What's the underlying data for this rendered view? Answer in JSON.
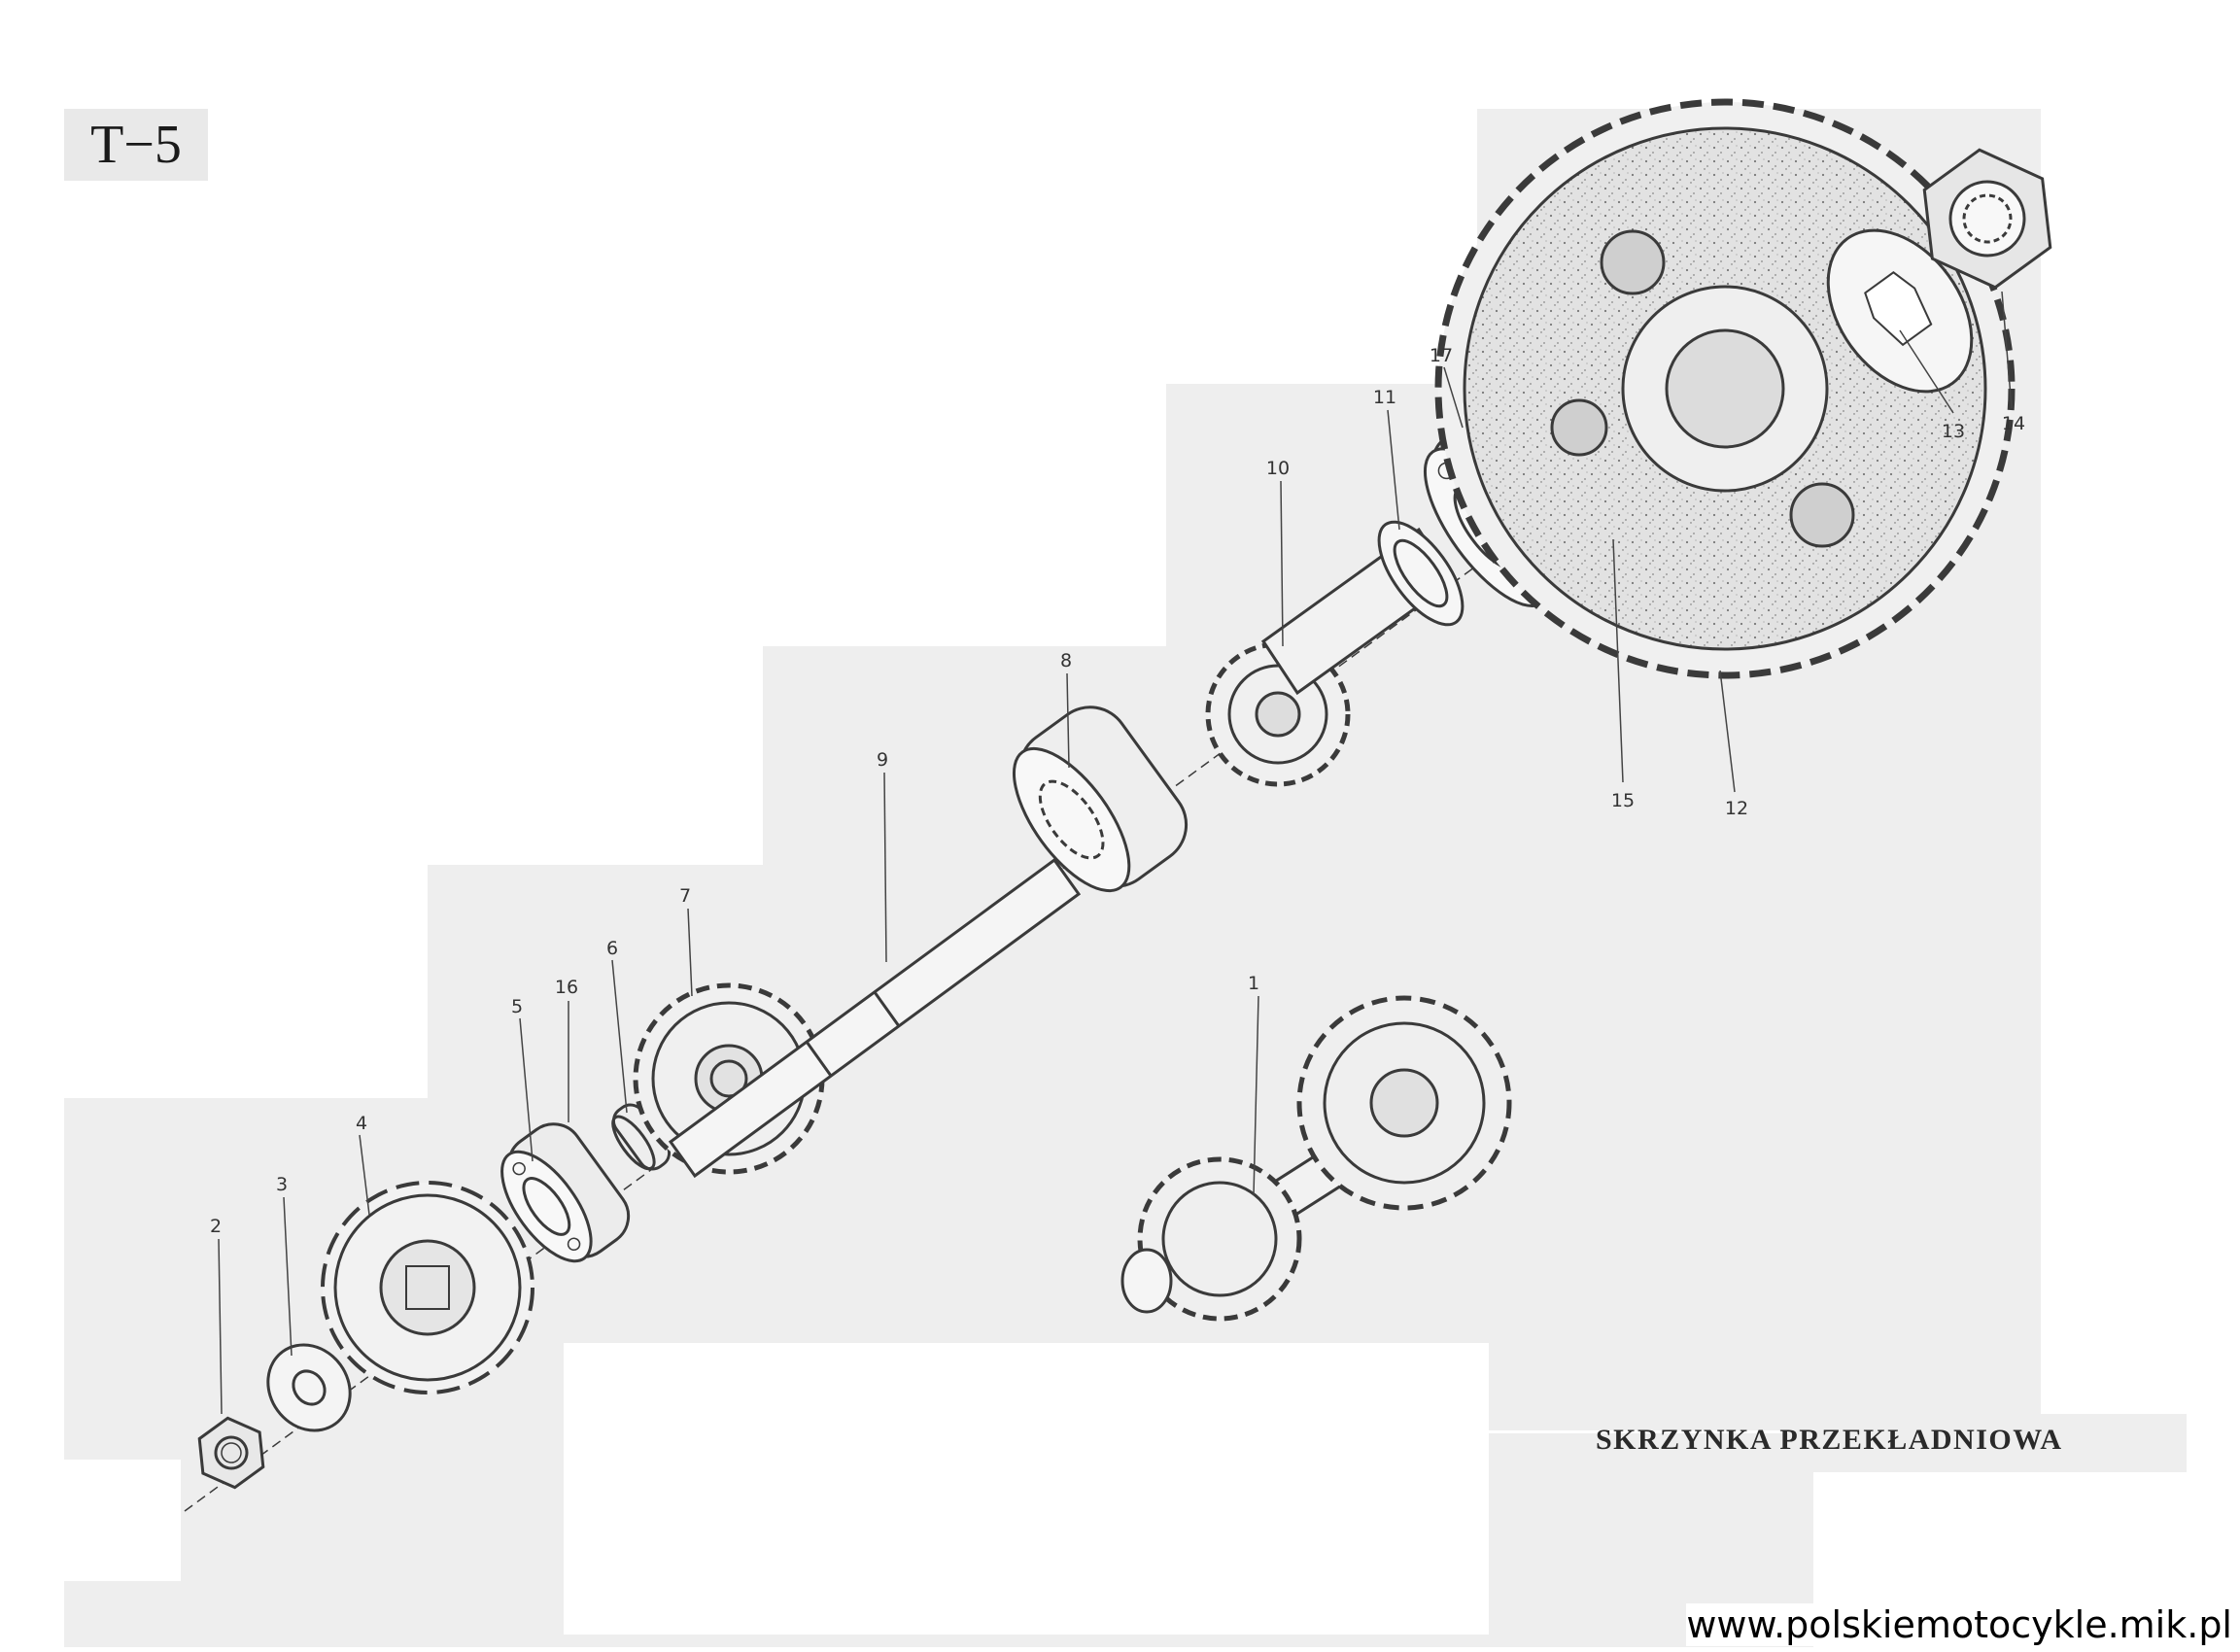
{
  "sheet": {
    "reference": "T−5",
    "title": "SKRZYNKA PRZEKŁADNIOWA",
    "website": "www.polskiemotocykle.mik.pl"
  },
  "callouts": [
    "1",
    "2",
    "3",
    "4",
    "5",
    "6",
    "7",
    "8",
    "9",
    "10",
    "11",
    "12",
    "13",
    "14",
    "15",
    "16",
    "17"
  ],
  "colors": {
    "ink": "#3a3a3a",
    "scan_background": "#eeeeee",
    "paper": "#ffffff"
  }
}
